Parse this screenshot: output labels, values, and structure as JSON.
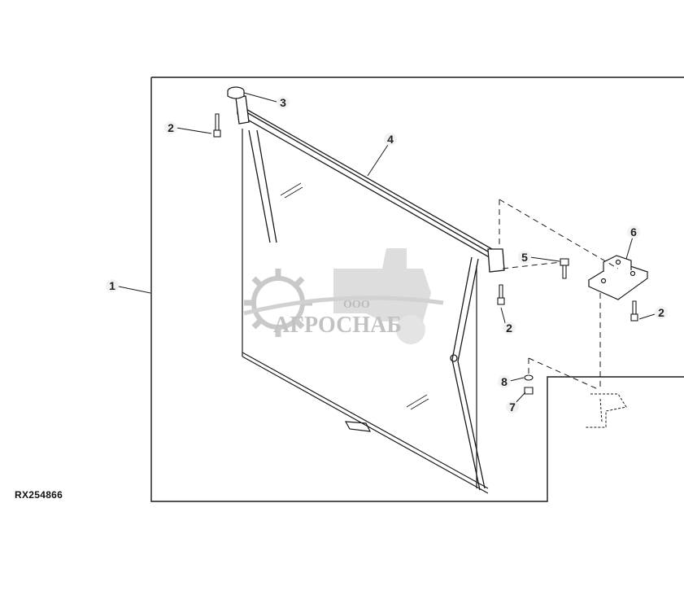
{
  "figure_id": "RX254866",
  "callouts": {
    "c1": "1",
    "c2a": "2",
    "c2b": "2",
    "c2c": "2",
    "c3": "3",
    "c4": "4",
    "c5": "5",
    "c6": "6",
    "c7": "7",
    "c8": "8"
  },
  "watermark": {
    "small": "ООО",
    "large": "АГРОСНАБ"
  },
  "colors": {
    "line": "#1a1a1a",
    "label": "#222222",
    "watermark": "#9a9a9a"
  }
}
